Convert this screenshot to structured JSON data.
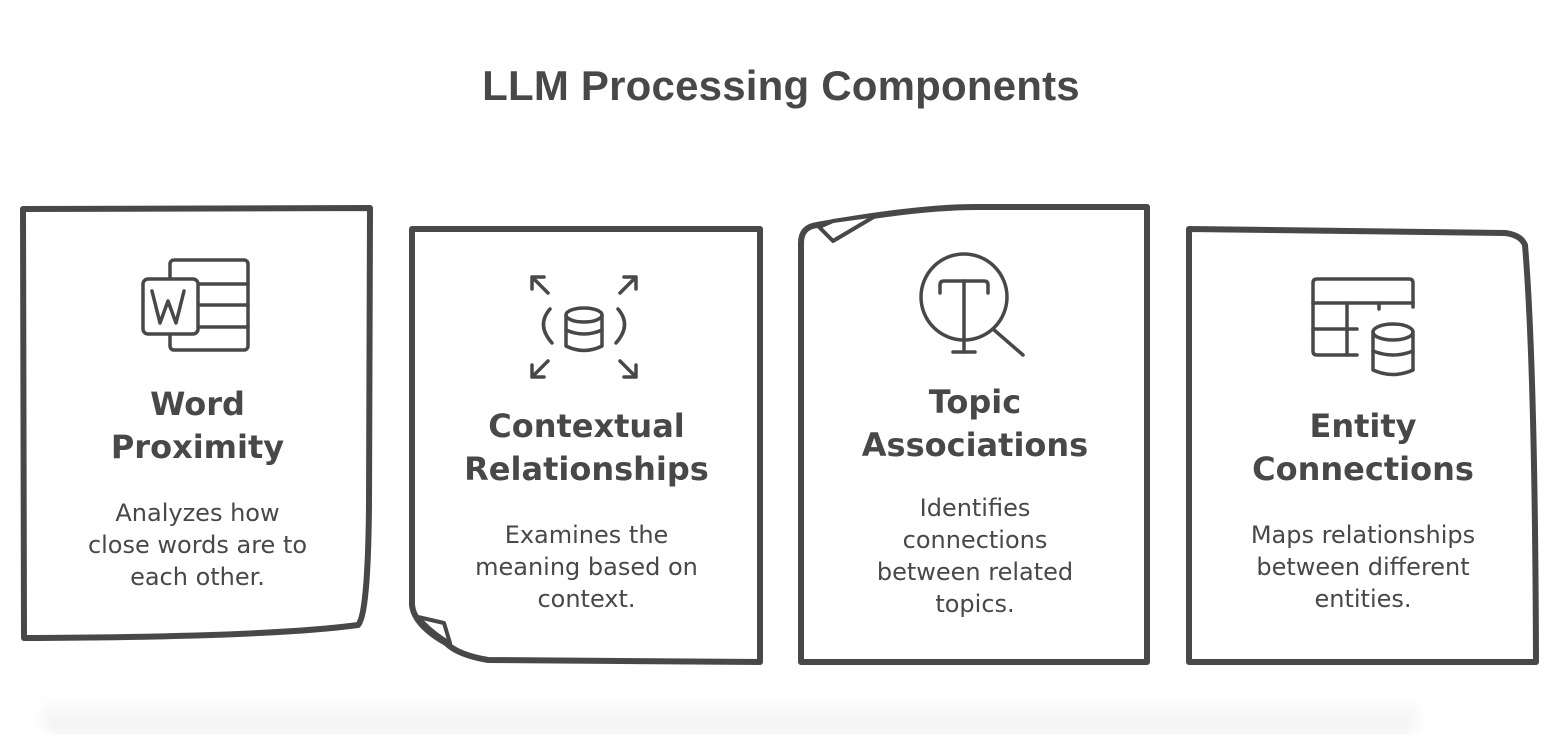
{
  "title": "LLM Processing Components",
  "cards": [
    {
      "icon": "word-document-icon",
      "heading_line1": "Word",
      "heading_line2": "Proximity",
      "desc_lines": [
        "Analyzes how",
        "close words are to",
        "each other."
      ]
    },
    {
      "icon": "database-expand-icon",
      "heading_line1": "Contextual",
      "heading_line2": "Relationships",
      "desc_lines": [
        "Examines the",
        "meaning based on",
        "context."
      ]
    },
    {
      "icon": "text-search-icon",
      "heading_line1": "Topic",
      "heading_line2": "Associations",
      "desc_lines": [
        "Identifies",
        "connections",
        "between related",
        "topics."
      ]
    },
    {
      "icon": "table-database-icon",
      "heading_line1": "Entity",
      "heading_line2": "Connections",
      "desc_lines": [
        "Maps relationships",
        "between different",
        "entities."
      ]
    }
  ],
  "colors": {
    "ink": "#484848",
    "background": "#ffffff"
  }
}
